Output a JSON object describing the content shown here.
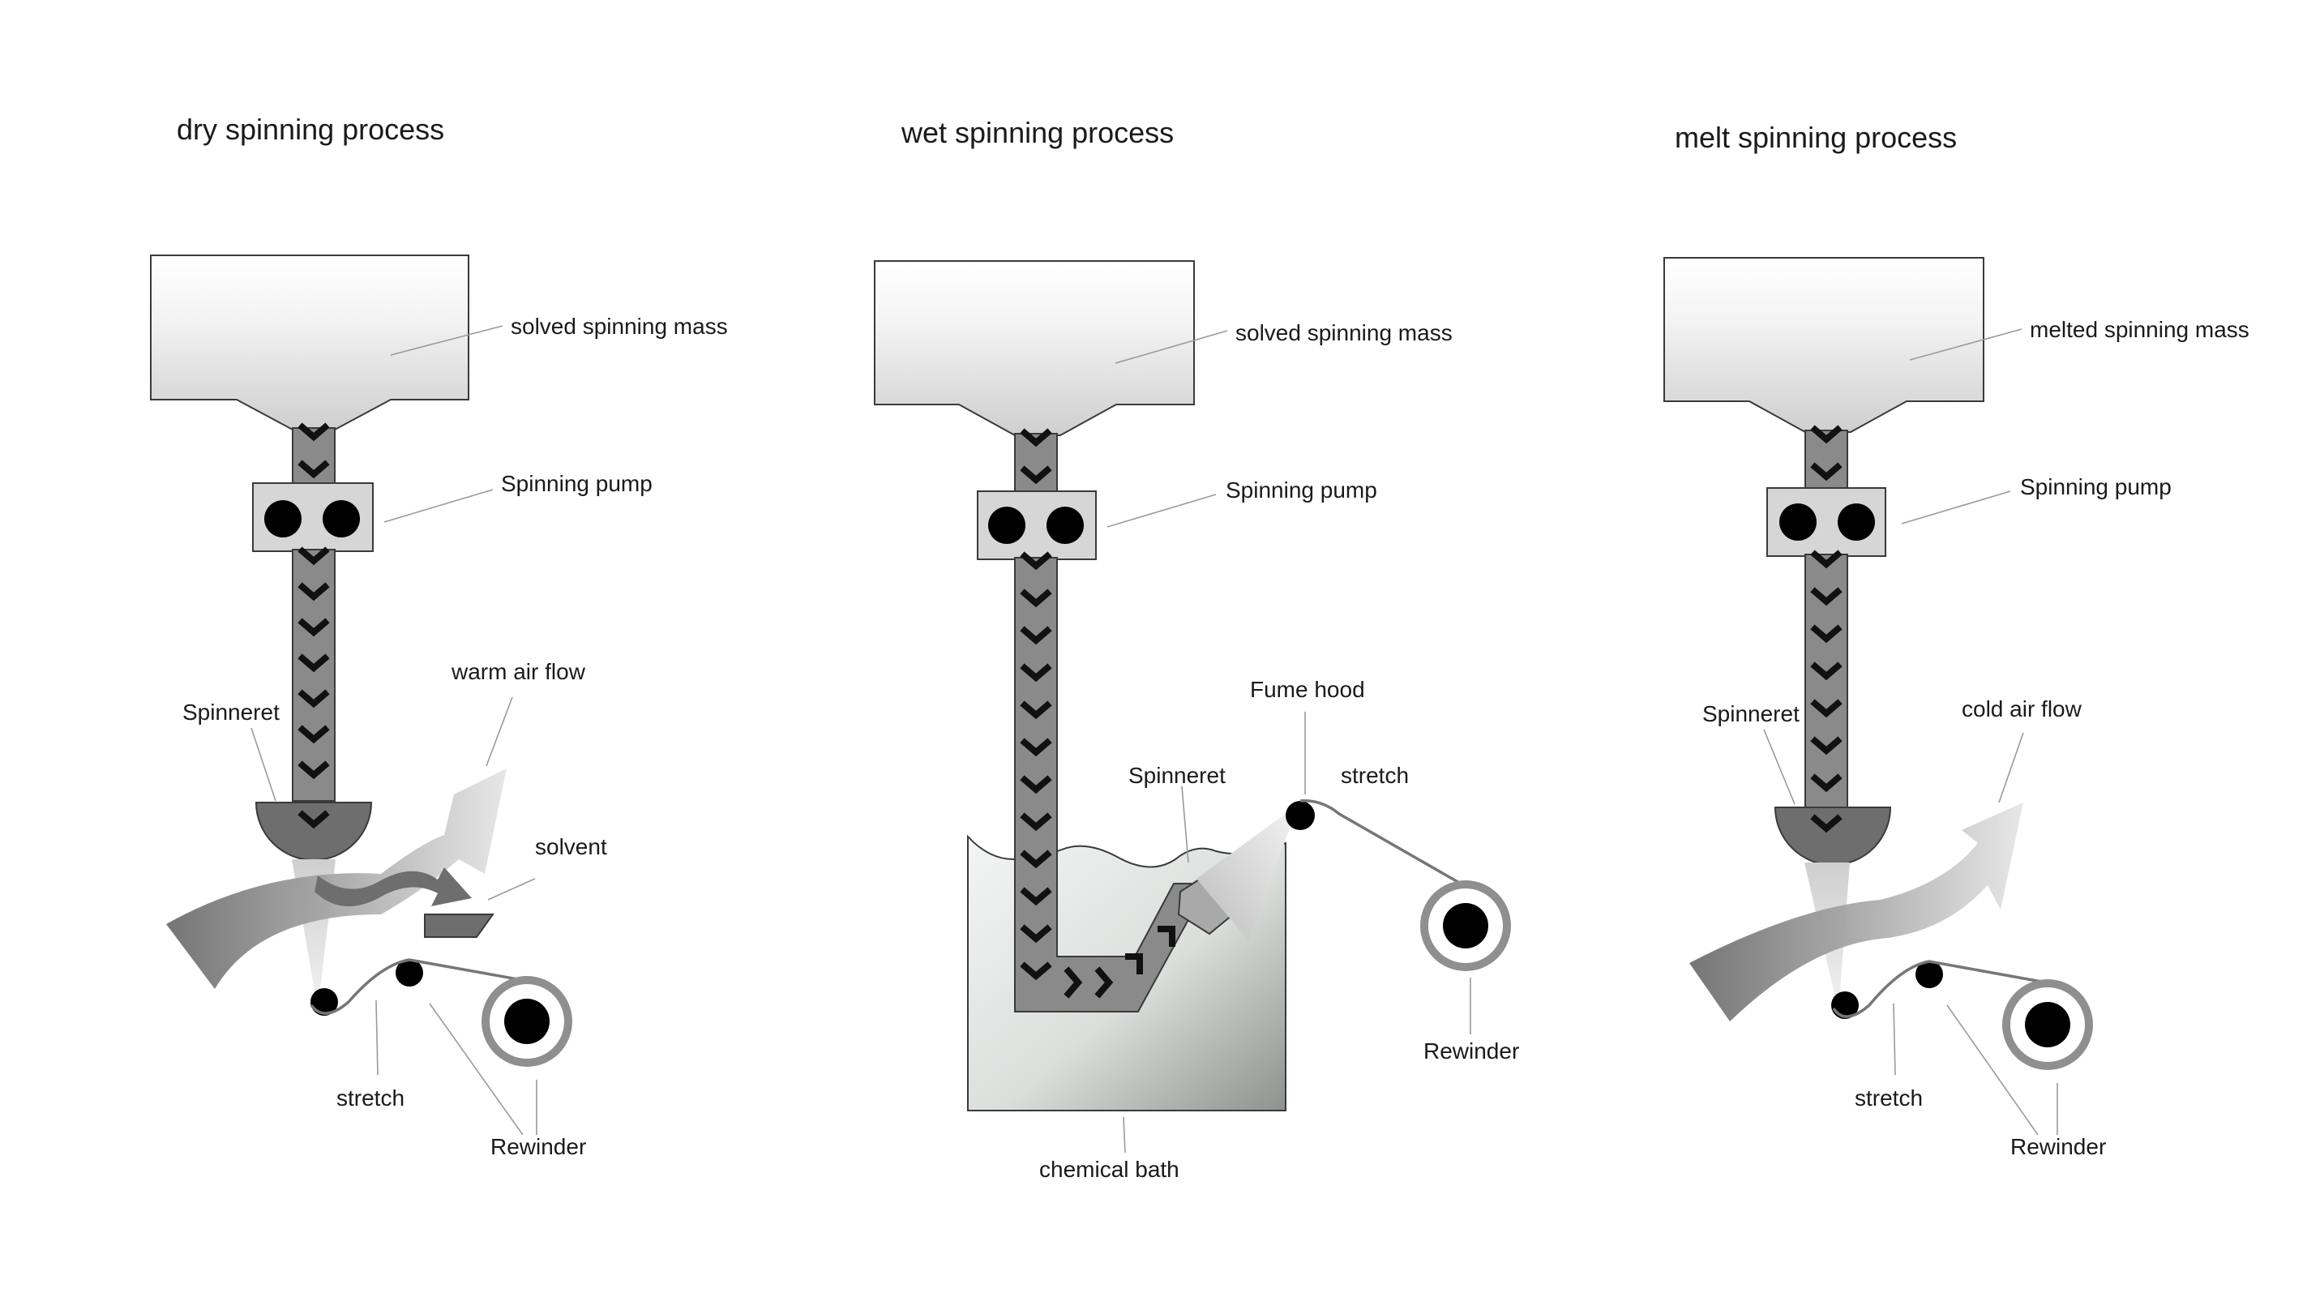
{
  "panels": {
    "dry": {
      "title": "dry spinning process",
      "labels": {
        "mass": "solved spinning mass",
        "pump": "Spinning pump",
        "spinneret": "Spinneret",
        "airflow": "warm air flow",
        "solvent": "solvent",
        "stretch": "stretch",
        "rewinder": "Rewinder"
      }
    },
    "wet": {
      "title": "wet spinning process",
      "labels": {
        "mass": "solved spinning mass",
        "pump": "Spinning pump",
        "fume_hood": "Fume hood",
        "spinneret": "Spinneret",
        "stretch": "stretch",
        "rewinder": "Rewinder",
        "bath": "chemical bath"
      }
    },
    "melt": {
      "title": "melt spinning process",
      "labels": {
        "mass": "melted spinning mass",
        "pump": "Spinning pump",
        "spinneret": "Spinneret",
        "airflow": "cold air flow",
        "stretch": "stretch",
        "rewinder": "Rewinder"
      }
    }
  },
  "colors": {
    "tube_fill": "#8a8a8a",
    "pump_fill": "#d6d6d6",
    "spinneret_fill": "#6e6e6e",
    "roller": "#000000",
    "rewinder_ring": "#8f8f8f"
  }
}
